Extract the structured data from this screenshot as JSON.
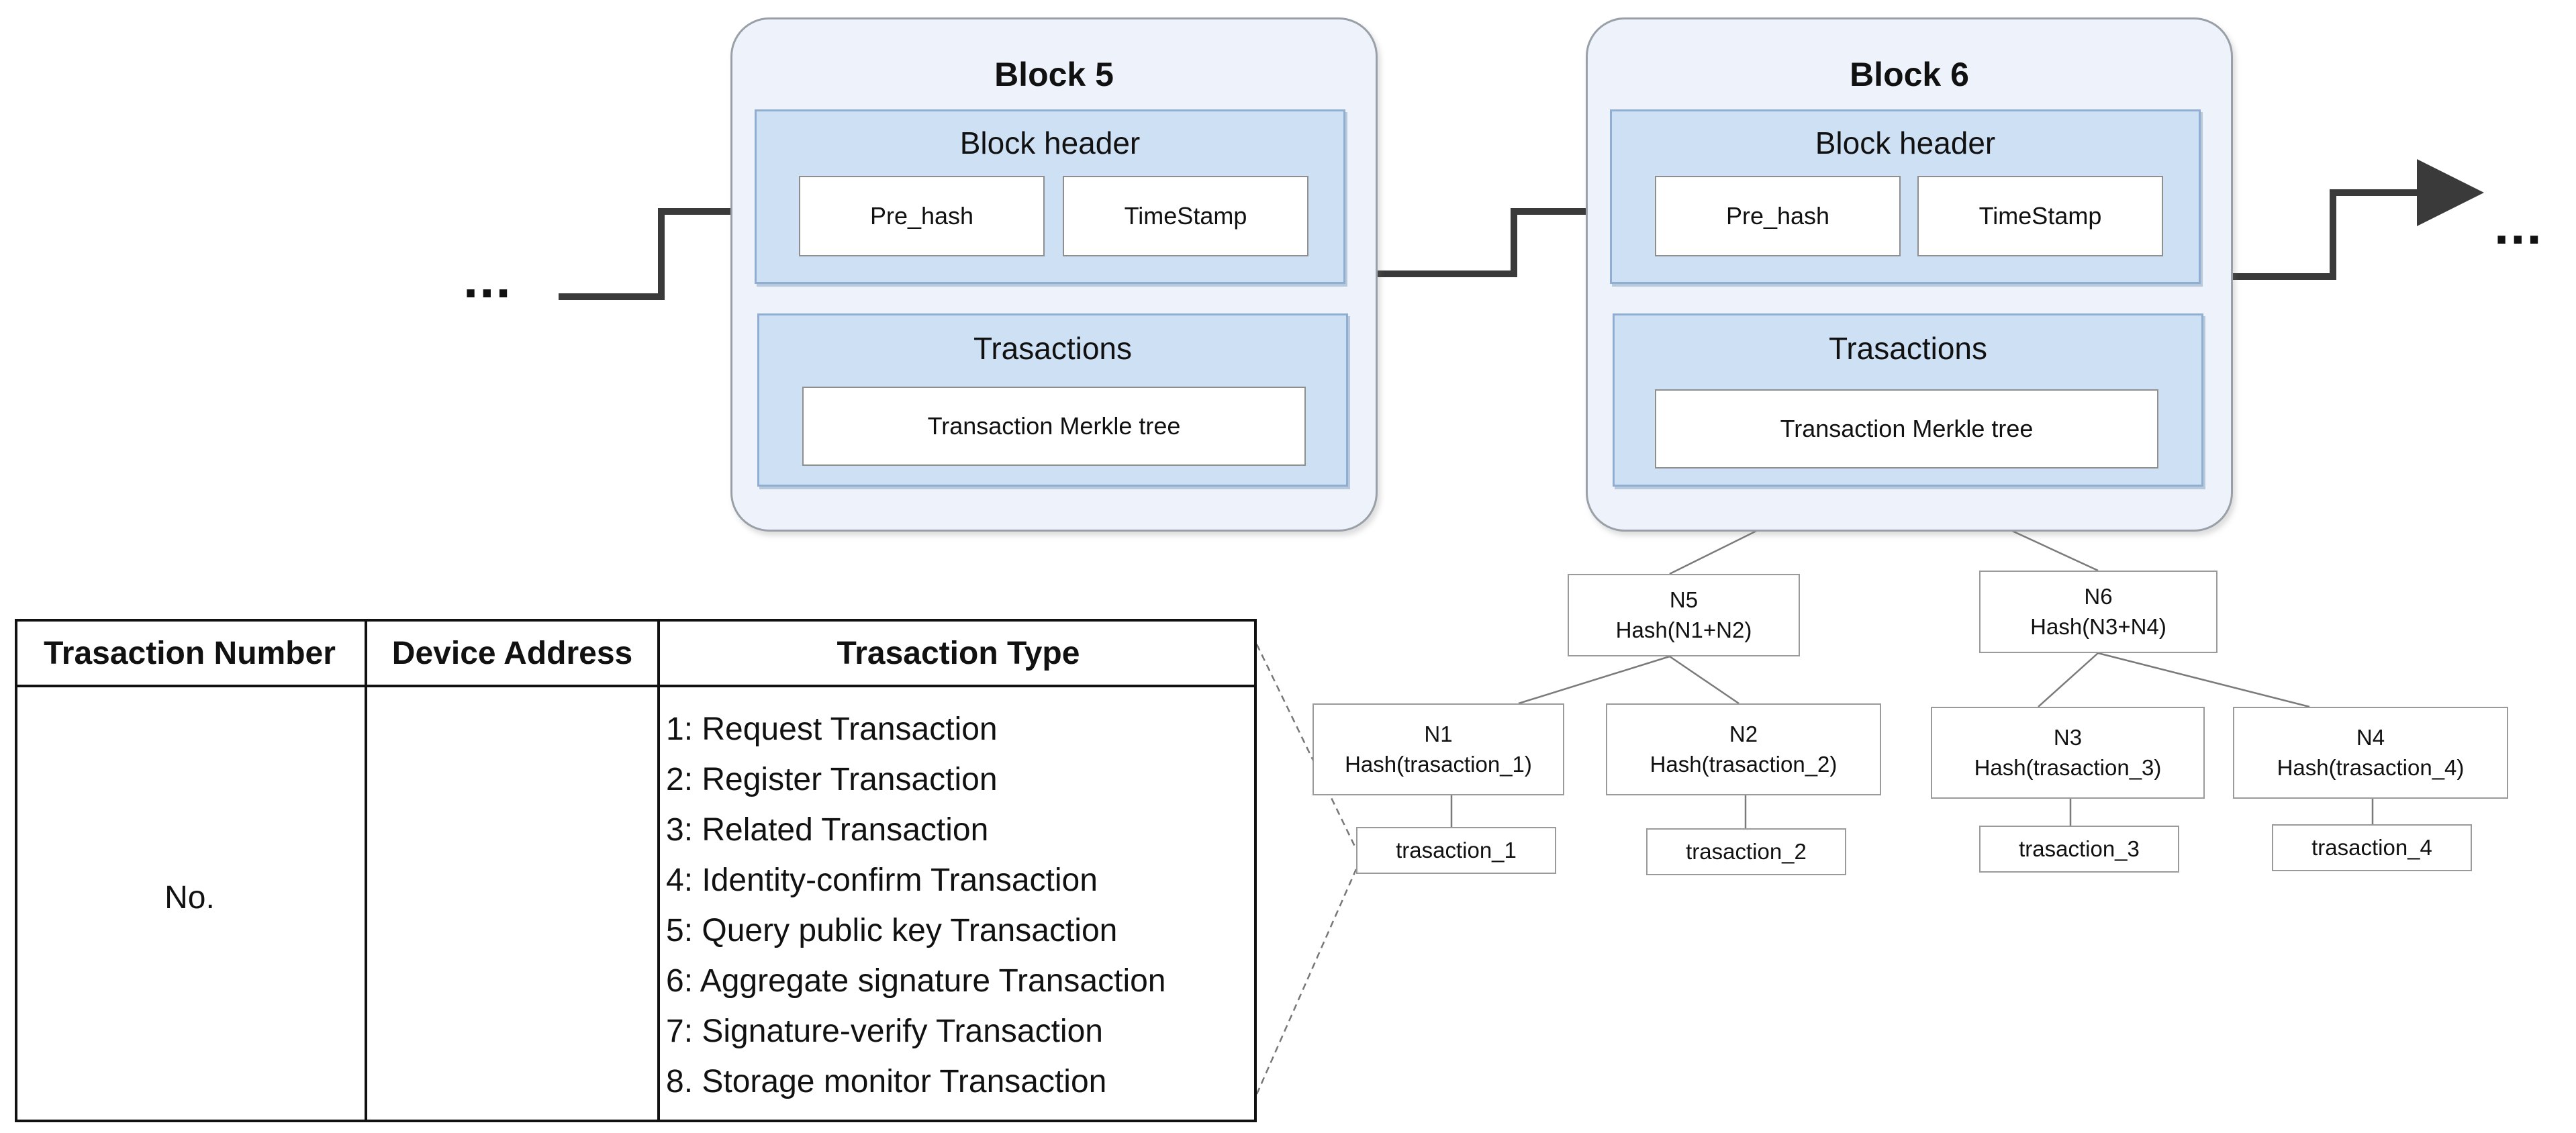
{
  "blocks": [
    {
      "title": "Block 5",
      "header_label": "Block header",
      "pre_hash": "Pre_hash",
      "timestamp": "TimeStamp",
      "transactions_label": "Trasactions",
      "merkle_label": "Transaction Merkle tree"
    },
    {
      "title": "Block 6",
      "header_label": "Block header",
      "pre_hash": "Pre_hash",
      "timestamp": "TimeStamp",
      "transactions_label": "Trasactions",
      "merkle_label": "Transaction Merkle tree"
    }
  ],
  "ellipsis": "...",
  "merkle_tree": {
    "internal": [
      {
        "id": "N5",
        "hash": "Hash(N1+N2)"
      },
      {
        "id": "N6",
        "hash": "Hash(N3+N4)"
      }
    ],
    "nodes": [
      {
        "id": "N1",
        "hash": "Hash(trasaction_1)"
      },
      {
        "id": "N2",
        "hash": "Hash(trasaction_2)"
      },
      {
        "id": "N3",
        "hash": "Hash(trasaction_3)"
      },
      {
        "id": "N4",
        "hash": "Hash(trasaction_4)"
      }
    ],
    "leaves": [
      "trasaction_1",
      "trasaction_2",
      "trasaction_3",
      "trasaction_4"
    ]
  },
  "table": {
    "headers": [
      "Trasaction Number",
      "Device Address",
      "Trasaction Type"
    ],
    "number_value": "No.",
    "types": [
      "1: Request Transaction",
      "2: Register Transaction",
      "3: Related Transaction",
      "4: Identity-confirm Transaction",
      "5: Query public key Transaction",
      "6: Aggregate signature Transaction",
      "7: Signature-verify Transaction",
      "8. Storage monitor Transaction"
    ]
  }
}
